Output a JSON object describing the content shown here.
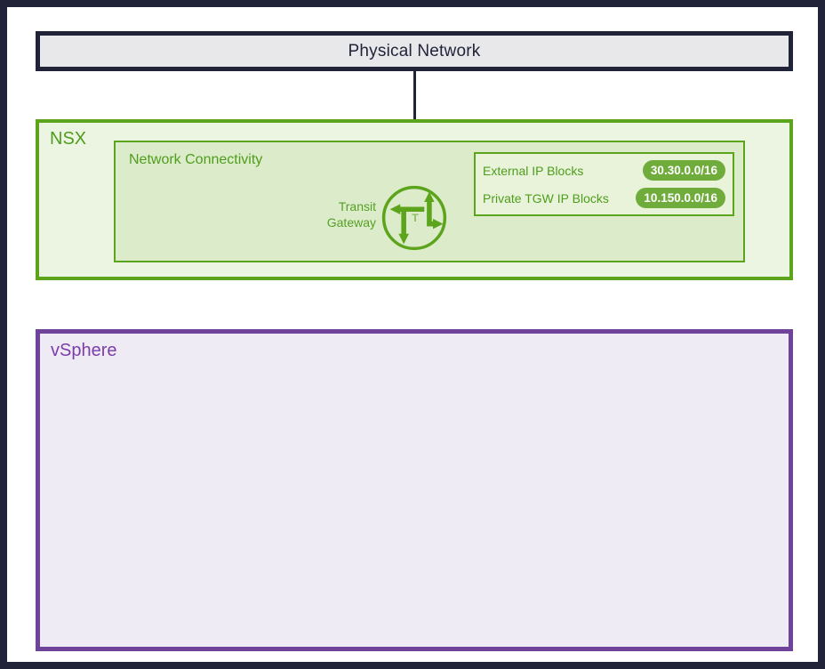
{
  "physical_network": {
    "label": "Physical Network"
  },
  "nsx": {
    "label": "NSX",
    "network_connectivity": {
      "label": "Network Connectivity",
      "transit_gateway": {
        "line1": "Transit",
        "line2": "Gateway",
        "icon_letter": "T"
      },
      "ip_blocks": {
        "rows": [
          {
            "label": "External IP Blocks",
            "value": "30.30.0.0/16"
          },
          {
            "label": "Private TGW IP Blocks",
            "value": "10.150.0.0/16"
          }
        ]
      }
    }
  },
  "vsphere": {
    "label": "vSphere"
  },
  "colors": {
    "frame_navy": "#212439",
    "box_gray": "#e8e8eb",
    "green_border": "#5ca41b",
    "green_text": "#4e9d1c",
    "nsx_fill": "#ecf5e2",
    "connectivity_fill": "#dcecca",
    "ip_box_fill": "#e9f3da",
    "badge_green": "#6fac3c",
    "badge_text": "#ffffff",
    "purple_border": "#6e4399",
    "purple_text": "#7a3daa",
    "vsphere_fill": "#efebf5"
  }
}
